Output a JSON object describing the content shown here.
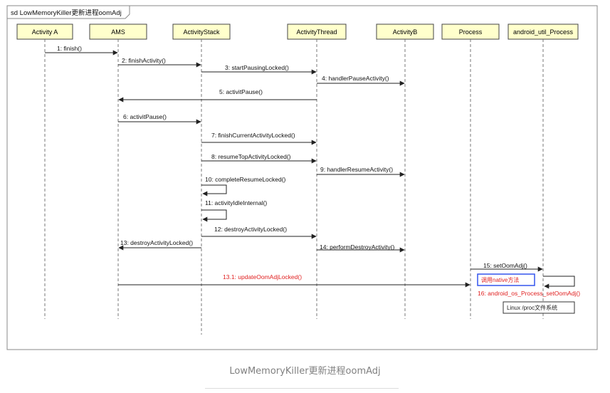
{
  "frame": {
    "label": "sd LowMemoryKiller更新进程oomAdj"
  },
  "lifelines": [
    {
      "id": "activity_a",
      "label": "Activity A"
    },
    {
      "id": "ams",
      "label": "AMS"
    },
    {
      "id": "activity_stack",
      "label": "ActivityStack"
    },
    {
      "id": "activity_thread",
      "label": "ActivityThread"
    },
    {
      "id": "activity_b",
      "label": "ActivityB"
    },
    {
      "id": "process",
      "label": "Process"
    },
    {
      "id": "android_util_process",
      "label": "android_util_Process"
    }
  ],
  "messages": [
    {
      "label": "1: finish()",
      "from": "activity_a",
      "to": "ams"
    },
    {
      "label": "2: finishActivity()",
      "from": "ams",
      "to": "activity_stack"
    },
    {
      "label": "3: startPausingLocked()",
      "from": "activity_stack",
      "to": "activity_thread"
    },
    {
      "label": "4: handlerPauseActivity()",
      "from": "activity_thread",
      "to": "activity_b"
    },
    {
      "label": "5: activitPause()",
      "from": "activity_thread",
      "to": "ams"
    },
    {
      "label": "6: activitPause()",
      "from": "ams",
      "to": "activity_stack"
    },
    {
      "label": "7: finishCurrentActivityLocked()",
      "from": "activity_stack",
      "to": "activity_thread"
    },
    {
      "label": "8: resumeTopActivityLocked()",
      "from": "activity_stack",
      "to": "activity_thread"
    },
    {
      "label": "9: handlerResumeActivity()",
      "from": "activity_thread",
      "to": "activity_b"
    },
    {
      "label": "10: completeResumeLocked()",
      "from": "activity_stack",
      "to": "activity_stack"
    },
    {
      "label": "11: activityIdleInternal()",
      "from": "activity_stack",
      "to": "activity_stack"
    },
    {
      "label": "12: destroyActivityLocked()",
      "from": "activity_stack",
      "to": "activity_thread"
    },
    {
      "label": "13: destroyActivityLocked()",
      "from": "activity_stack",
      "to": "ams"
    },
    {
      "label": "14: performDestroyActivity()",
      "from": "activity_thread",
      "to": "activity_b"
    },
    {
      "label": "15: setOomAdj()",
      "from": "process",
      "to": "android_util_process"
    },
    {
      "label": "13.1: updateOomAdjLocked()",
      "from": "ams",
      "to": "process",
      "color": "#e02020"
    },
    {
      "label": "16: android_os_Process_setOomAdj()",
      "from": "android_util_process",
      "to": "android_util_process",
      "color": "#e02020"
    }
  ],
  "notes": [
    {
      "label": "调用native方法",
      "border": "#3355ee",
      "color": "#e02020"
    },
    {
      "label": "Linux /proc文件系统",
      "border": "#333333",
      "color": "#222222"
    }
  ],
  "caption": "LowMemoryKiller更新进程oomAdj",
  "colors": {
    "lifeline_fill": "#ffffcc",
    "highlight": "#e02020"
  }
}
